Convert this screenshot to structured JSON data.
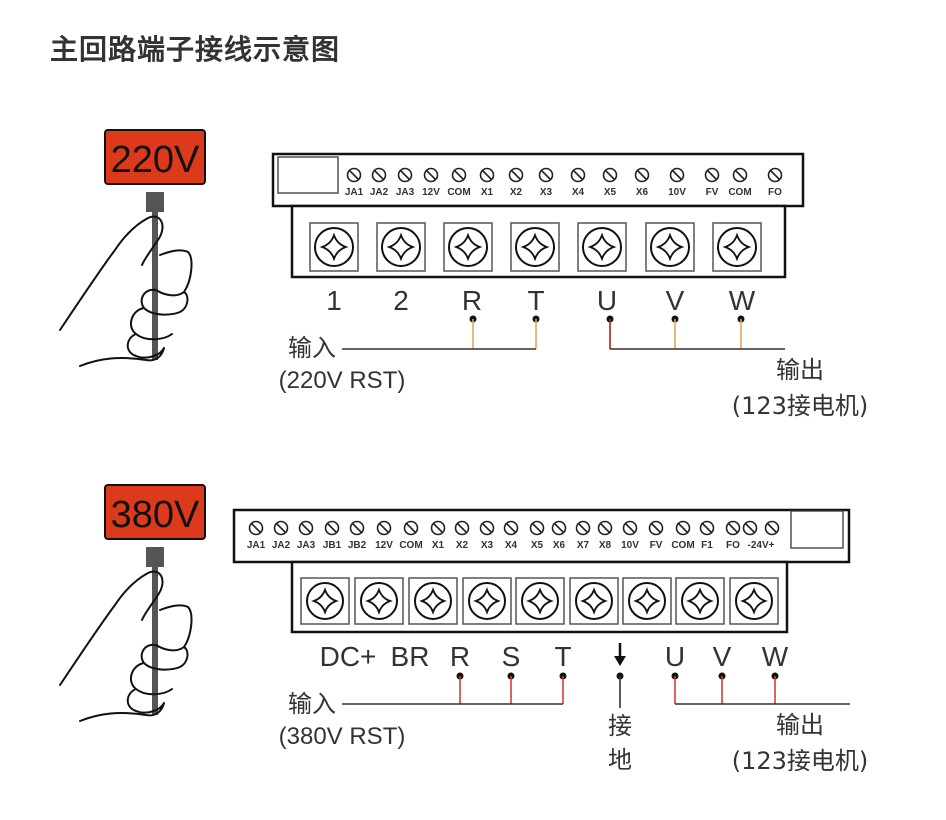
{
  "title": "主回路端子接线示意图",
  "colors": {
    "voltage_badge": "#dd3a1c",
    "wire_input_220": "#e8a55a",
    "wire_output_u": "#b02020",
    "wire_output_vw_220": "#e8a55a",
    "wire_380": "#d63c3c",
    "outline": "#111111",
    "text": "#333333"
  },
  "diagrams": [
    {
      "id": "220v",
      "voltage": "220V",
      "control_terminals": [
        "JA1",
        "JA2",
        "JA3",
        "12V",
        "COM",
        "X1",
        "X2",
        "X3",
        "X4",
        "X5",
        "X6",
        "10V",
        "FV",
        "COM",
        "FO"
      ],
      "power_terminals": [
        "1",
        "2",
        "R",
        "T",
        "U",
        "V",
        "W"
      ],
      "input_label": "输入",
      "input_sub": "(220V RST)",
      "output_label": "输出",
      "output_sub": "(123接电机)",
      "input_wired": [
        "R",
        "T"
      ],
      "output_wired": [
        "U",
        "V",
        "W"
      ]
    },
    {
      "id": "380v",
      "voltage": "380V",
      "control_terminals": [
        "JA1",
        "JA2",
        "JA3",
        "JB1",
        "JB2",
        "12V",
        "COM",
        "X1",
        "X2",
        "X3",
        "X4",
        "X5",
        "X6",
        "X7",
        "X8",
        "10V",
        "FV",
        "COM",
        "F1",
        "FO",
        "-24V+",
        ""
      ],
      "power_terminals": [
        "DC+",
        "BR",
        "R",
        "S",
        "T",
        "↓",
        "U",
        "V",
        "W"
      ],
      "input_label": "输入",
      "input_sub": "(380V RST)",
      "ground_label_1": "接",
      "ground_label_2": "地",
      "output_label": "输出",
      "output_sub": "(123接电机)",
      "input_wired": [
        "R",
        "S",
        "T"
      ],
      "output_wired": [
        "U",
        "V",
        "W"
      ]
    }
  ]
}
